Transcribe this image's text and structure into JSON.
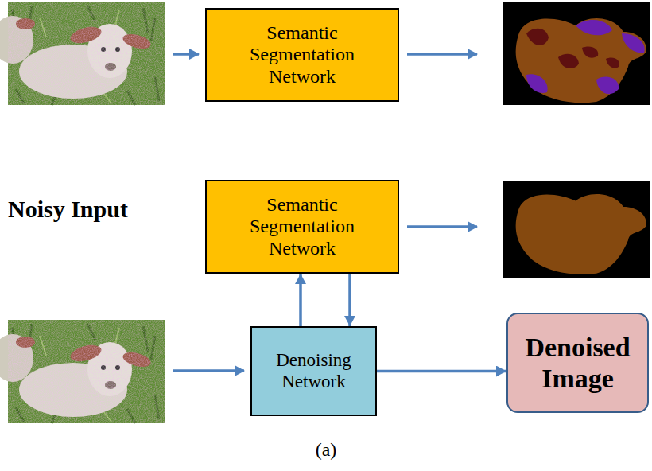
{
  "diagram": {
    "caption": "(a)",
    "nodes": [
      {
        "text": [
          "Semantic Segmentation Network"
        ]
      },
      {
        "text": [
          "Semantic Segmentation Network"
        ]
      },
      {
        "text": [
          "Denoising Network"
        ]
      },
      {
        "text": [
          "Denoised Image"
        ]
      }
    ],
    "edges": [
      {
        "from": 2,
        "to": 1,
        "arrow": "to"
      },
      {
        "from": 1,
        "to": 2,
        "arrow": "to"
      },
      {
        "from": 2,
        "to": 3,
        "arrow": "to"
      }
    ],
    "labels": [
      "Noisy Input"
    ]
  }
}
